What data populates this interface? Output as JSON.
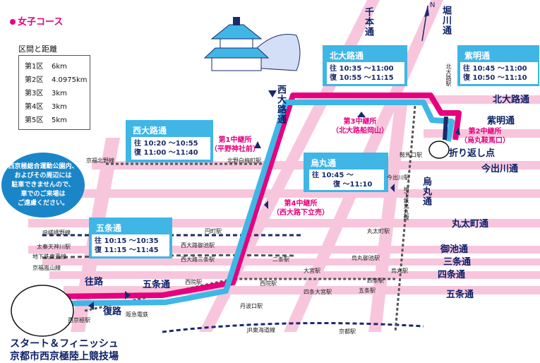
{
  "course_title": "女子コース",
  "distance_table": {
    "heading": "区間と距離",
    "rows": [
      {
        "section": "第1区",
        "distance": "6km"
      },
      {
        "section": "第2区",
        "distance": "4.0975km"
      },
      {
        "section": "第3区",
        "distance": "3km"
      },
      {
        "section": "第4区",
        "distance": "3km"
      },
      {
        "section": "第5区",
        "distance": "5km"
      }
    ]
  },
  "callouts": {
    "nishioji": {
      "name": "西大路通",
      "out_label": "往",
      "out_time": "10:20 ～10:55",
      "back_label": "復",
      "back_time": "11:00 ～11:40"
    },
    "kitaoji": {
      "name": "北大路通",
      "out_label": "往",
      "out_time": "10:35 ～11:00",
      "back_label": "復",
      "back_time": "10:55 ～11:15"
    },
    "shimei": {
      "name": "紫明通",
      "out_label": "往",
      "out_time": "10:45 ～11:00",
      "back_label": "復",
      "back_time": "10:50 ～11:10"
    },
    "karasuma": {
      "name": "烏丸通",
      "out_label": "往",
      "out_time": "10:45 ～",
      "back_label": "復",
      "back_time": "～11:10"
    },
    "gojo": {
      "name": "五条通",
      "out_label": "往",
      "out_time": "10:15 ～10:35",
      "back_label": "復",
      "back_time": "11:15 ～11:45"
    }
  },
  "relay_points": {
    "r1": {
      "name": "第1中継所",
      "place": "（平野神社前）"
    },
    "r2": {
      "name": "第2中継所",
      "place": "（烏丸鞍馬口）"
    },
    "r3": {
      "name": "第3中継所",
      "place": "（北大路船岡山）"
    },
    "r4": {
      "name": "第4中継所",
      "place": "（西大路下立売）"
    }
  },
  "roads": {
    "senbon": "千本通",
    "horikawa": "堀川通",
    "kitaoji": "北大路通",
    "nishioji": "西大路通",
    "shimei": "紫明通",
    "imadegawa": "今出川通",
    "karasuma": "烏丸通",
    "marutamachi": "丸太町通",
    "oike": "御池通",
    "sanjo": "三条通",
    "shijo": "四条通",
    "gojo_east": "五条通",
    "gojo_route": "五条通",
    "outbound": "往路",
    "return": "復路"
  },
  "north_label": "N",
  "stations": {
    "kitaoji_sta": "北大路駅",
    "kuramaguchi": "鞍馬口駅",
    "imadegawa_sta": "今出川駅",
    "marutamachi_sta": "丸太町駅",
    "karasuma_oike": "烏丸御池駅",
    "shijo_sta": "四条駅",
    "gojo_sta": "五条駅",
    "kyoto_sta": "京都駅",
    "karasuma_sta": "烏丸駅",
    "omiya": "大宮駅",
    "shijo_omiya": "四条大宮駅",
    "nijo": "二条駅",
    "nishioji_sta": "西院駅",
    "saiin": "西院駅",
    "tambaguchi": "丹波口駅",
    "enmachi": "円町駅",
    "nishioji_oike": "西大路御池駅",
    "nishioji_sanjo": "西大路三条駅",
    "kitano_hakubaicho": "北野白梅町駅",
    "nishikyogoku": "西京極駅",
    "uzumasa": "太秦天神川駅"
  },
  "lines": {
    "keifuku_kitano": "京福北野線",
    "chikatetsu_karasuma": "地下鉄烏丸線",
    "jr_sagano": "JR嵯峨野線",
    "chikatetsu_tozai": "地下鉄東西線",
    "keifuku_arashiyama": "京福嵐山線",
    "hankyu": "阪急電鉄",
    "jr_tokaido": "JR東海道線"
  },
  "notice": [
    "西京極総合運動公園内、",
    "およびその周辺には",
    "駐車できませんので、",
    "車でのご来場は",
    "ご遠慮ください。"
  ],
  "turnaround": "折り返し点",
  "start_finish": [
    "スタート＆フィニッシュ",
    "京都市西京極陸上競技場"
  ],
  "colors": {
    "route_outbound": "#e6007e",
    "route_return": "#3fb6e6",
    "road": "#f7c6dd",
    "text": "#0b1f66",
    "callout": "#3fb6e6"
  }
}
